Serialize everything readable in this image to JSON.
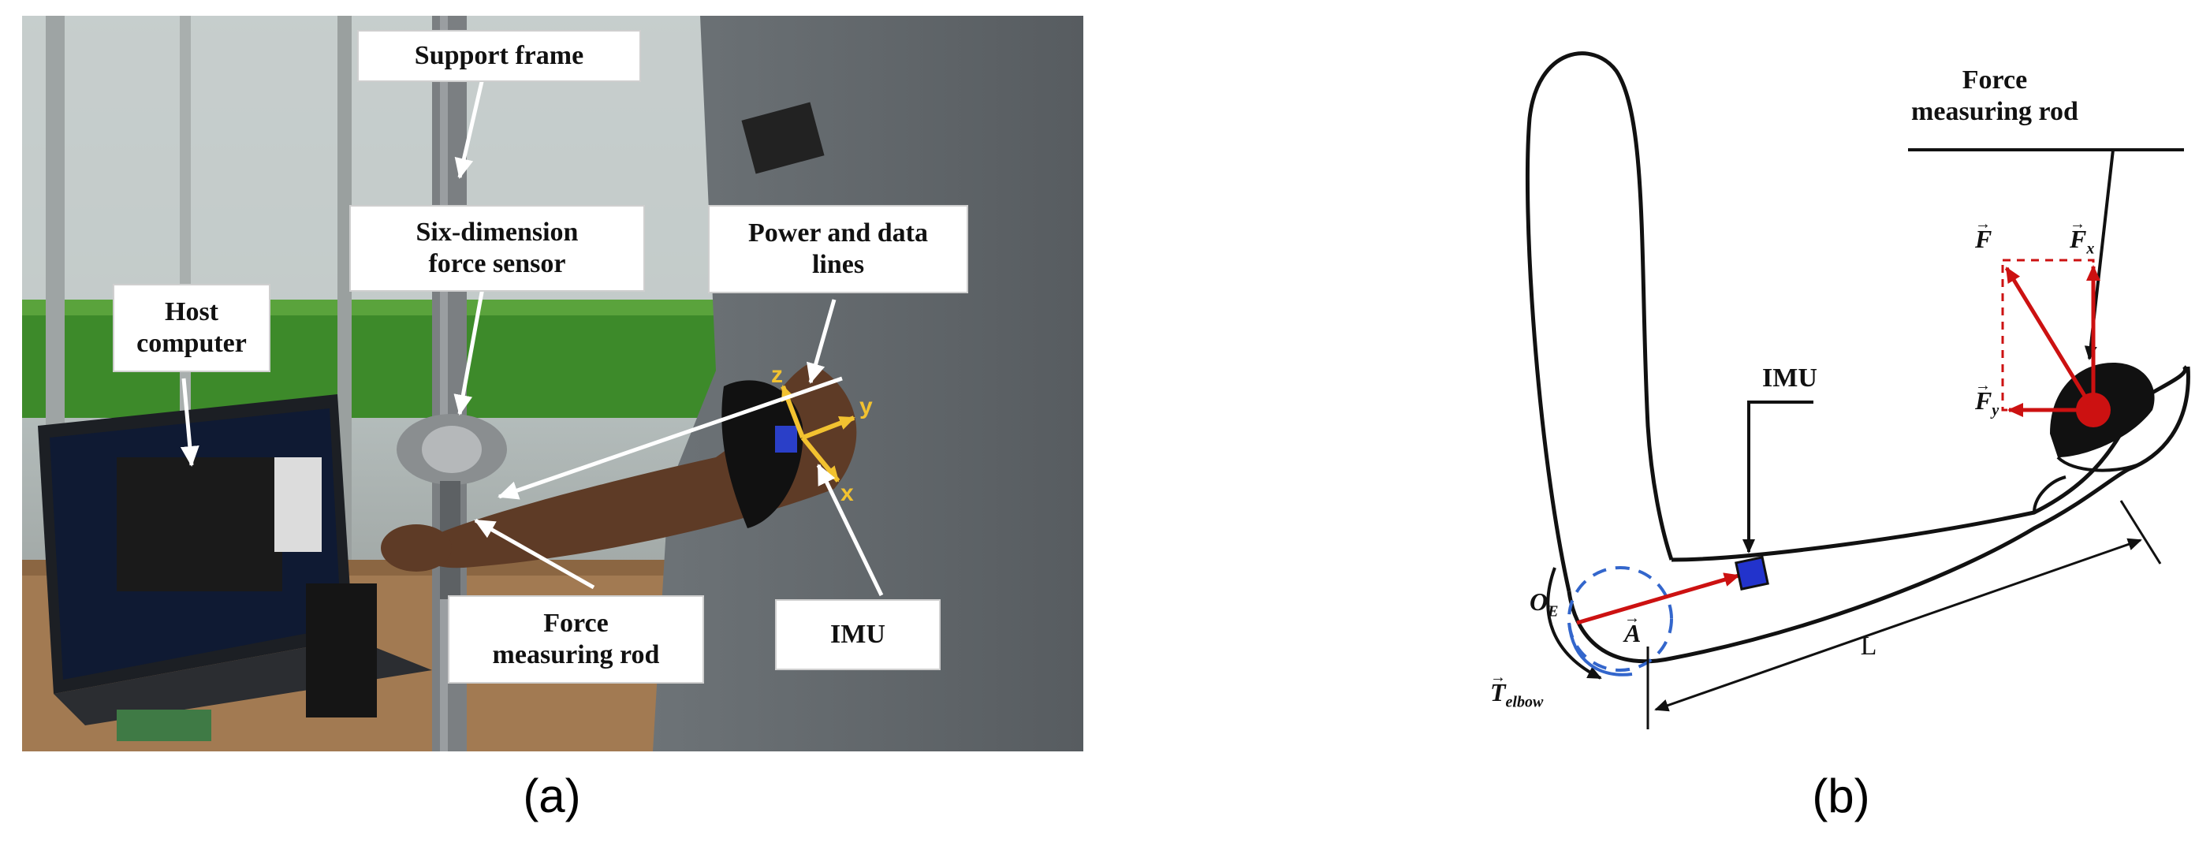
{
  "panel_a": {
    "label": "(a)",
    "callouts": {
      "support_frame": "Support frame",
      "six_dim_force_sensor_l1": "Six-dimension",
      "six_dim_force_sensor_l2": "force sensor",
      "power_data_l1": "Power and data",
      "power_data_l2": "lines",
      "host_computer_l1": "Host",
      "host_computer_l2": "computer",
      "force_rod_l1": "Force",
      "force_rod_l2": "measuring rod",
      "imu": "IMU"
    },
    "axes": {
      "z": "z",
      "y": "y",
      "x": "x"
    }
  },
  "panel_b": {
    "label": "(b)",
    "force_rod_l1": "Force",
    "force_rod_l2": "measuring rod",
    "imu": "IMU",
    "length": "L",
    "origin": "O",
    "origin_sub": "E",
    "vec_A": "A",
    "vec_F": "F",
    "vec_Fx": "F",
    "vec_Fx_sub": "x",
    "vec_Fy": "F",
    "vec_Fy_sub": "y",
    "torque": "T",
    "torque_sub": "elbow"
  },
  "colors": {
    "arrow_red": "#cc1111",
    "imu_blue": "#2233cc",
    "axis_yellow": "#f2c230",
    "ellipse_blue": "#3366cc"
  }
}
